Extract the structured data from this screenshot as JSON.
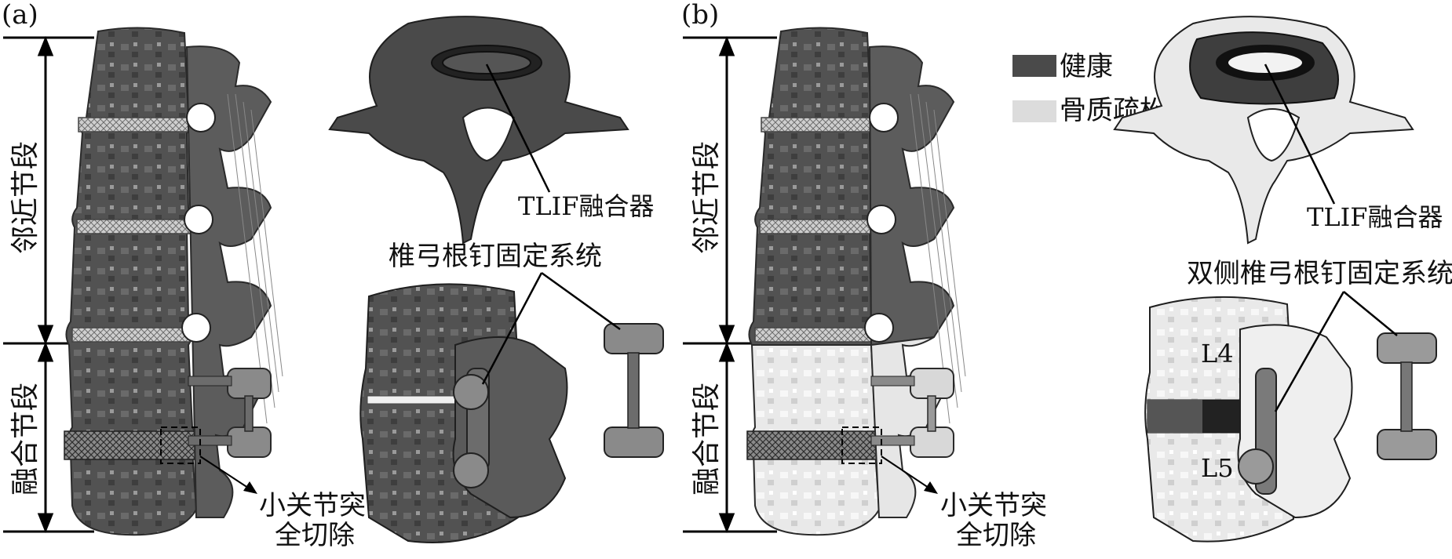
{
  "panel_a": {
    "label": "(a)",
    "adjacent_segment": "邻近节段",
    "fusion_segment": "融合节段",
    "cage_label": "TLIF融合器",
    "screw_label": "椎弓根钉固定系统",
    "facet_label_line1": "小关节突",
    "facet_label_line2": "全切除"
  },
  "panel_b": {
    "label": "(b)",
    "adjacent_segment": "邻近节段",
    "fusion_segment": "融合节段",
    "cage_label": "TLIF融合器",
    "screw_label": "双侧椎弓根钉固定系统",
    "facet_label_line1": "小关节突",
    "facet_label_line2": "全切除",
    "vertebra_upper": "L4",
    "vertebra_lower": "L5"
  },
  "legend": {
    "items": [
      {
        "label": "健康",
        "color": "#4a4a4a"
      },
      {
        "label": "骨质疏松",
        "color": "#dcdcdc"
      }
    ]
  },
  "colors": {
    "healthy_bone": "#4f4f4f",
    "osteoporotic_bone": "#e6e6e6",
    "disc_mesh": "#bdbdbd",
    "implant": "#7a7a7a"
  }
}
